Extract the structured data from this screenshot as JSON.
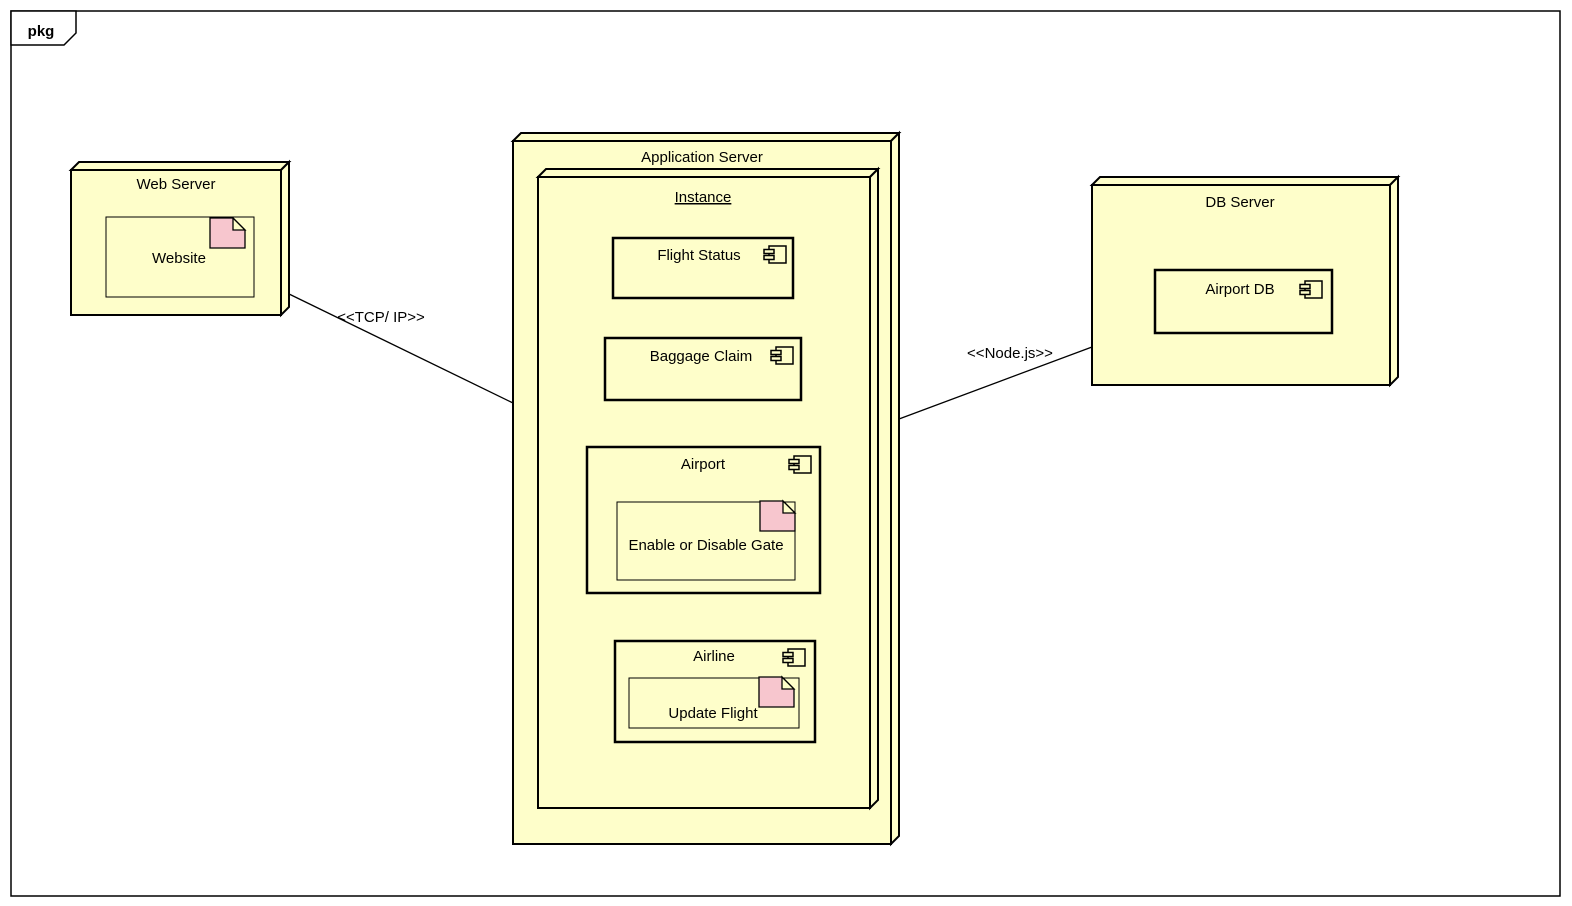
{
  "diagram": {
    "tag": "pkg",
    "colors": {
      "node_fill": "#FEFECA",
      "note_fill": "#F7C6CE",
      "fold_fill": "#FEFECA",
      "background": "#FFFFFF",
      "stroke": "#000000"
    }
  },
  "nodes": {
    "web_server": {
      "title": "Web Server",
      "artifacts": [
        {
          "label": "Website"
        }
      ]
    },
    "application_server": {
      "title": "Application Server",
      "nested_node": {
        "title": "Instance",
        "components": [
          {
            "label": "Flight Status"
          },
          {
            "label": "Baggage Claim"
          },
          {
            "label": "Airport",
            "artifacts": [
              {
                "label": "Enable or Disable Gate"
              }
            ]
          },
          {
            "label": "Airline",
            "artifacts": [
              {
                "label": "Update Flight"
              }
            ]
          }
        ]
      }
    },
    "db_server": {
      "title": "DB Server",
      "components": [
        {
          "label": "Airport DB"
        }
      ]
    }
  },
  "connectors": [
    {
      "from": "Web Server",
      "to": "Application Server",
      "label": "&lt;&lt;TCP/ IP&gt;&gt;"
    },
    {
      "from": "Application Server",
      "to": "DB Server",
      "label": "&lt;&lt;Node.js&gt;&gt;"
    }
  ]
}
